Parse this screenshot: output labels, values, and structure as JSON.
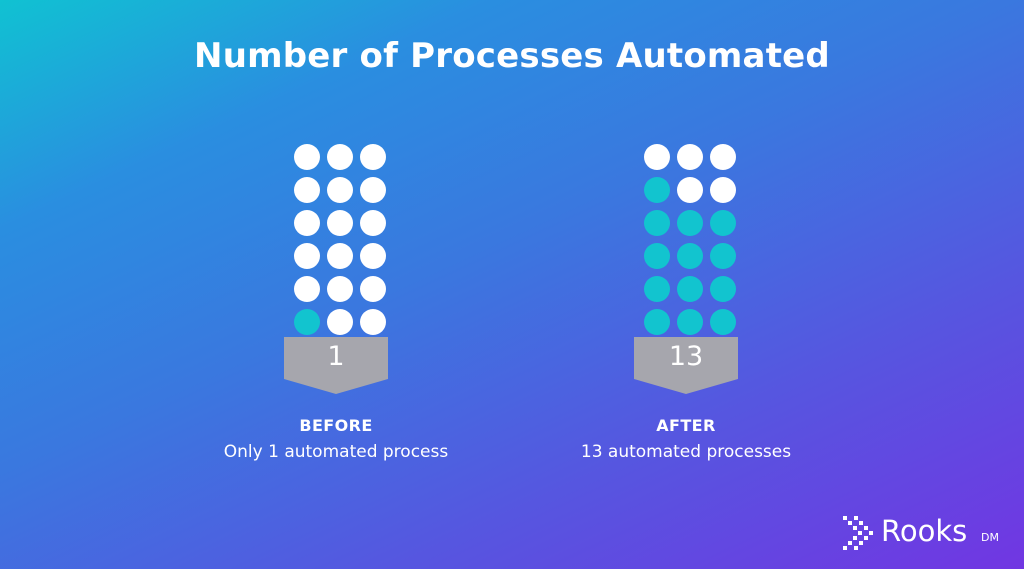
{
  "title": "Number of Processes Automated",
  "colors": {
    "automated": "#12c4cf",
    "not_automated": "#ffffff",
    "badge": "#a6a6ad"
  },
  "chart_data": {
    "type": "table",
    "title": "Number of Processes Automated",
    "grid": {
      "rows": 6,
      "cols": 3,
      "total": 18
    },
    "panels": [
      {
        "label": "BEFORE",
        "value": 1,
        "value_text": "1",
        "caption": "Only 1 automated process"
      },
      {
        "label": "AFTER",
        "value": 13,
        "value_text": "13",
        "caption": "13 automated processes"
      }
    ]
  },
  "logo": {
    "name": "Rooks",
    "suffix": "DM",
    "mark_icon": "double-chevron-right-icon"
  }
}
